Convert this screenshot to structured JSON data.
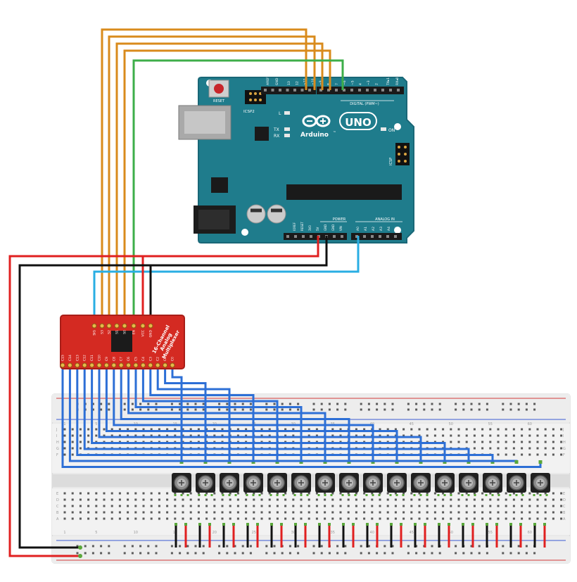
{
  "arduino": {
    "brand": "Arduino",
    "trademark": "™",
    "model": "UNO",
    "reset_label": "RESET",
    "icsp2_label": "ICSP2",
    "icsp_label": "ICSP",
    "on_label": "ON",
    "l_label": "L",
    "tx_label": "TX",
    "rx_label": "RX",
    "digital_label": "DIGITAL (PWM~)",
    "power_label": "POWER",
    "analog_label": "ANALOG IN",
    "aref_label": "AREF",
    "gnd_label": "GND",
    "tx1_label": "TX▸1",
    "rx0_label": "RX◂0",
    "ioref_label": "IOREF",
    "reset_small_label": "RESET",
    "v33_label": "3V3",
    "v5_label": "5V",
    "gnd2_label": "GND",
    "gnd3_label": "GND",
    "vin_label": "VIN",
    "digital_pins": [
      "13",
      "12",
      "~11",
      "~10",
      "~9",
      "8",
      "7",
      "~6",
      "~5",
      "4",
      "~3",
      "2"
    ],
    "analog_pins": [
      "A0",
      "A1",
      "A2",
      "A3",
      "A4",
      "A5"
    ]
  },
  "multiplexer": {
    "title_lines": [
      "16-Channel",
      "Analog",
      "Multiplexer"
    ],
    "top_pins": [
      "SIG",
      "S3",
      "S2",
      "S1",
      "S0",
      "EN",
      "VCC",
      "GND"
    ],
    "bottom_pins": [
      "C15",
      "C14",
      "C13",
      "C12",
      "C11",
      "C10",
      "C9",
      "C8",
      "C7",
      "C6",
      "C5",
      "C4",
      "C3",
      "C2",
      "C1",
      "C0"
    ]
  },
  "breadboard": {
    "row_letters_top": [
      "J",
      "I",
      "H",
      "G",
      "F"
    ],
    "row_letters_bottom": [
      "E",
      "D",
      "C",
      "B",
      "A"
    ],
    "column_numbers": [
      "1",
      "5",
      "10",
      "15",
      "20",
      "25",
      "30",
      "35",
      "40",
      "45",
      "50",
      "55",
      "60"
    ],
    "potentiometer_count": 16
  },
  "colors": {
    "board_teal": "#1f7c8c",
    "mux_red": "#d42a22",
    "wire_orange": "#d98b1c",
    "wire_green": "#3dae49",
    "wire_blue_light": "#29aee3",
    "wire_blue": "#2d6fd6",
    "wire_red": "#e02020",
    "wire_black": "#111111"
  }
}
